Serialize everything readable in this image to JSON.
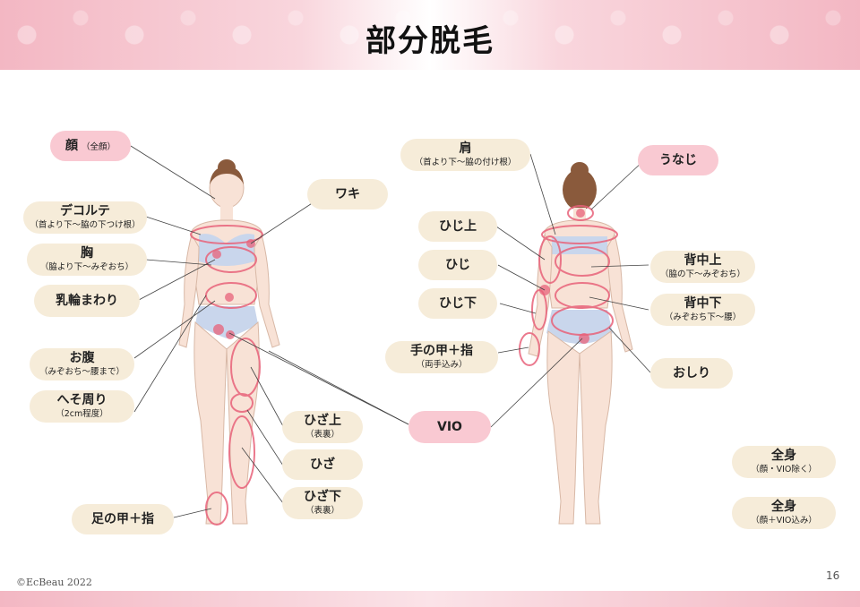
{
  "title": "部分脱毛",
  "footer": {
    "copyright": "©EcBeau 2022",
    "page_number": "16"
  },
  "front_labels": {
    "face": {
      "main": "顔",
      "sub": "（全顔）"
    },
    "waki": {
      "main": "ワキ"
    },
    "decollete": {
      "main": "デコルテ",
      "sub": "（首より下〜脇の下つけ根）"
    },
    "chest": {
      "main": "胸",
      "sub": "（脇より下〜みぞおち）"
    },
    "areola": {
      "main": "乳輪まわり"
    },
    "belly": {
      "main": "お腹",
      "sub": "（みぞおち〜腰まで）"
    },
    "navel": {
      "main": "へそ周り",
      "sub": "（2cm程度）"
    },
    "knee_upper": {
      "main": "ひざ上",
      "sub": "（表裏）"
    },
    "knee": {
      "main": "ひざ"
    },
    "knee_lower": {
      "main": "ひざ下",
      "sub": "（表裏）"
    },
    "foot": {
      "main": "足の甲＋指"
    }
  },
  "center_label": {
    "vio": {
      "main": "VIO"
    }
  },
  "back_labels": {
    "shoulder": {
      "main": "肩",
      "sub": "（首より下〜脇の付け根）"
    },
    "nape": {
      "main": "うなじ"
    },
    "elbow_upper": {
      "main": "ひじ上"
    },
    "elbow": {
      "main": "ひじ"
    },
    "elbow_lower": {
      "main": "ひじ下"
    },
    "hand": {
      "main": "手の甲＋指",
      "sub": "（両手込み）"
    },
    "upper_back": {
      "main": "背中上",
      "sub": "（脇の下〜みぞおち）"
    },
    "lower_back": {
      "main": "背中下",
      "sub": "（みぞおち下〜腰）"
    },
    "hips": {
      "main": "おしり"
    }
  },
  "full_body": {
    "excluding": {
      "main": "全身",
      "sub": "（顔・VIO除く）"
    },
    "including": {
      "main": "全身",
      "sub": "（顔＋VIO込み）"
    }
  },
  "colors": {
    "accent": "#e8627a",
    "label_bg": "#f6ecd9",
    "pink_label_bg": "#f9c9d2"
  }
}
